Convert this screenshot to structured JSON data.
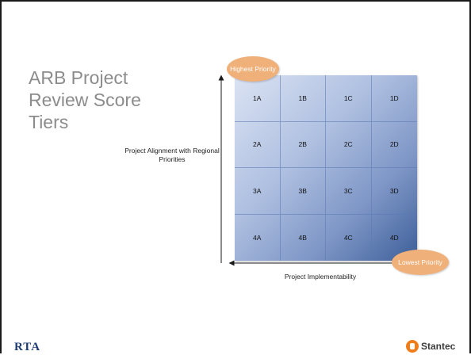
{
  "slide": {
    "title_lines": [
      "ARB Project",
      "Review Score",
      "Tiers"
    ],
    "y_axis_label": "Project Alignment with Regional Priorities",
    "x_axis_label": "Project Implementability",
    "highest_label": "Highest Priority",
    "lowest_label": "Lowest Priority"
  },
  "grid": {
    "rows": [
      [
        "1A",
        "1B",
        "1C",
        "1D"
      ],
      [
        "2A",
        "2B",
        "2C",
        "2D"
      ],
      [
        "3A",
        "3B",
        "3C",
        "3D"
      ],
      [
        "4A",
        "4B",
        "4C",
        "4D"
      ]
    ]
  },
  "footer": {
    "left_logo_text": "RTA",
    "right_logo_text": "Stantec"
  },
  "colors": {
    "bubble": "#f0b07a",
    "grid_light": "#dbe3f3",
    "grid_dark": "#3d5f99",
    "title": "#8c8c8c"
  }
}
